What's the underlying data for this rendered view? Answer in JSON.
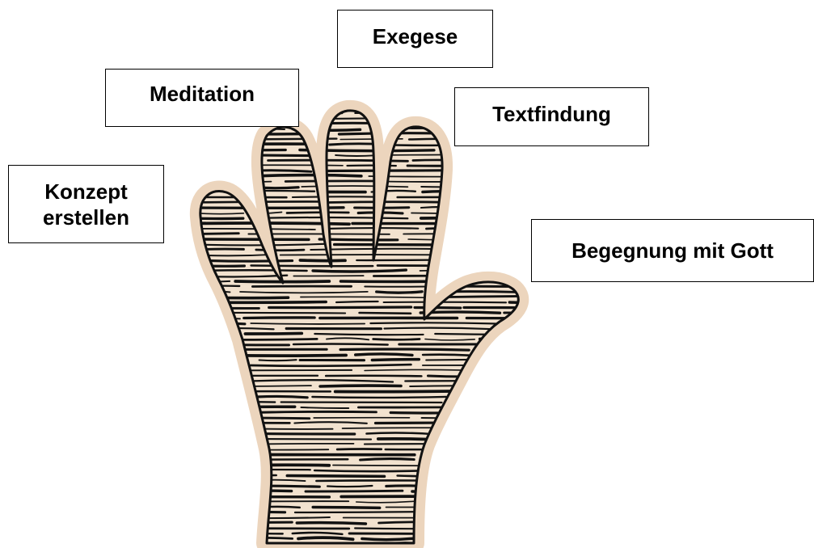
{
  "labels": {
    "exegese": "Exegese",
    "meditation": "Meditation",
    "textfindung": "Textfindung",
    "konzept_line1": "Konzept",
    "konzept_line2": "erstellen",
    "begegnung": "Begegnung mit Gott"
  },
  "colors": {
    "hand_outline_halo": "#ecd5bd",
    "hand_fill": "#f2e2cf",
    "hand_lines": "#111111",
    "box_border": "#000000",
    "text": "#000000"
  },
  "illustration": {
    "subject": "hand-illustration",
    "style": "woodcut engraving with horizontal hatching"
  }
}
